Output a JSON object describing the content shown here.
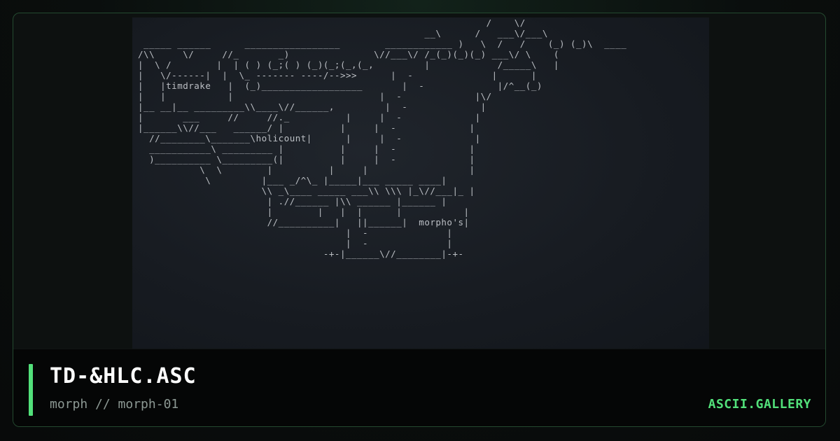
{
  "artwork": {
    "title": "TD-&HLC.ASC",
    "collection": "morph",
    "piece_id": "morph-01",
    "ascii_lines": [
      "                                                               /    \\/",
      "                                                    __\\      /   ___\\/___\\",
      "  _____ ______      _________________        ____________ )   \\  /   /    (_) (_)\\  ____",
      " /\\\\     \\/     //_       _)               \\//___\\/ /_(_)(_)(_) ___\\/ \\    (",
      " |  \\ /        |  | ( ) (_;( ) (_)(_;(_,(_,         |            /_____\\   |",
      " |   \\/------|  |  \\_ ------- ----/-->>>      |  -              |      |",
      " |   |timdrake   |  (_)__________________       |  -             |/^__(_)",
      " |   |           |                          |  -             |\\/",
      " |__ __|__ _________\\\\____\\//______,         |  -             |",
      " |       ___     //     //._          |     |  -             |",
      " |______\\\\//___   ______/ |          |     |  -             |",
      "   //________\\_______\\holicount|      |     |  -             |",
      "   ___________\\ _________ |          |     |  -             |",
      "   )__________ \\_________(|          |     |  -             |",
      "            \\  \\        |          |     |                  |",
      "             \\         |___ _/^\\_ |_____|___ _____ ____|",
      "                       \\\\ _\\____ _____ ___\\\\ \\\\\\ |_\\//___|_ |",
      "                        | .//______ |\\\\ ______ |______ |",
      "                        |        |   |  |      |           |",
      "                        //__________|   ||______|  morpho's|",
      "                                      |  -              |",
      "                                      |  -              |",
      "                                  -+-|______\\//________|-+-"
    ]
  },
  "brand": "ASCII.GALLERY",
  "separator": " // ",
  "colors": {
    "accent": "#52e07a",
    "title": "#ffffff",
    "subtitle": "#8c9893",
    "art_text": "#c9cdd2",
    "art_background": "#171b21"
  }
}
